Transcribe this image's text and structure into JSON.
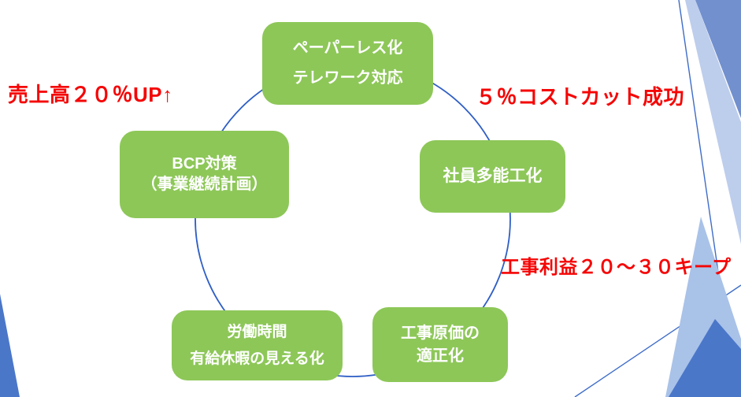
{
  "slide": {
    "nodes": [
      {
        "id": "paperless-telework",
        "lines": [
          "ペーパーレス化",
          "テレワーク対応"
        ]
      },
      {
        "id": "bcp",
        "lines": [
          "BCP対策",
          "（事業継続計画）"
        ]
      },
      {
        "id": "multi-skill",
        "lines": [
          "社員多能工化"
        ]
      },
      {
        "id": "working-hours",
        "lines": [
          "労働時間",
          "有給休暇の見える化"
        ]
      },
      {
        "id": "construction-cost",
        "lines": [
          "工事原価の",
          "適正化"
        ]
      }
    ],
    "annotations": [
      {
        "id": "sales-up",
        "text": "売上高２０％UP↑"
      },
      {
        "id": "cost-cut",
        "text": "５％コストカット成功"
      },
      {
        "id": "profit-keep",
        "text": "工事利益２０～３０キープ"
      }
    ]
  },
  "colors": {
    "box_green": "#8DC758",
    "box_text": "#FFFFFF",
    "circle_stroke": "#2E5EC5",
    "red": "#F50505",
    "deco_solid": "#7290CE",
    "deco_light": "#BDCDEC",
    "deco_light2": "#A9C2E8",
    "deco_dark": "#4B77C9",
    "deco_line": "#3E6CC9"
  }
}
